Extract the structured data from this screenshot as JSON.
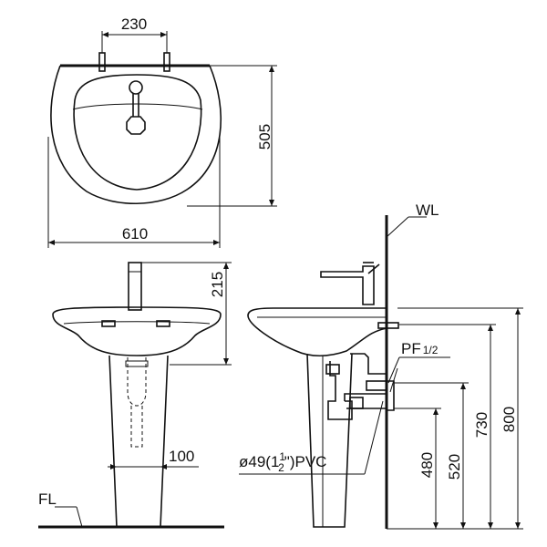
{
  "top_view": {
    "dim_faucet_spacing": "230",
    "dim_depth": "505",
    "dim_width": "610"
  },
  "front_view": {
    "dim_faucet_height": "215",
    "dim_pedestal": "100",
    "floor_label": "FL"
  },
  "side_view": {
    "wall_label": "WL",
    "supply_label": "PF",
    "supply_size": "1/2",
    "drain_label_pre": "ø49(1",
    "drain_frac_num": "1",
    "drain_frac_den": "2",
    "drain_label_post": "\")PVC",
    "dims": [
      "480",
      "520",
      "730",
      "800"
    ]
  }
}
